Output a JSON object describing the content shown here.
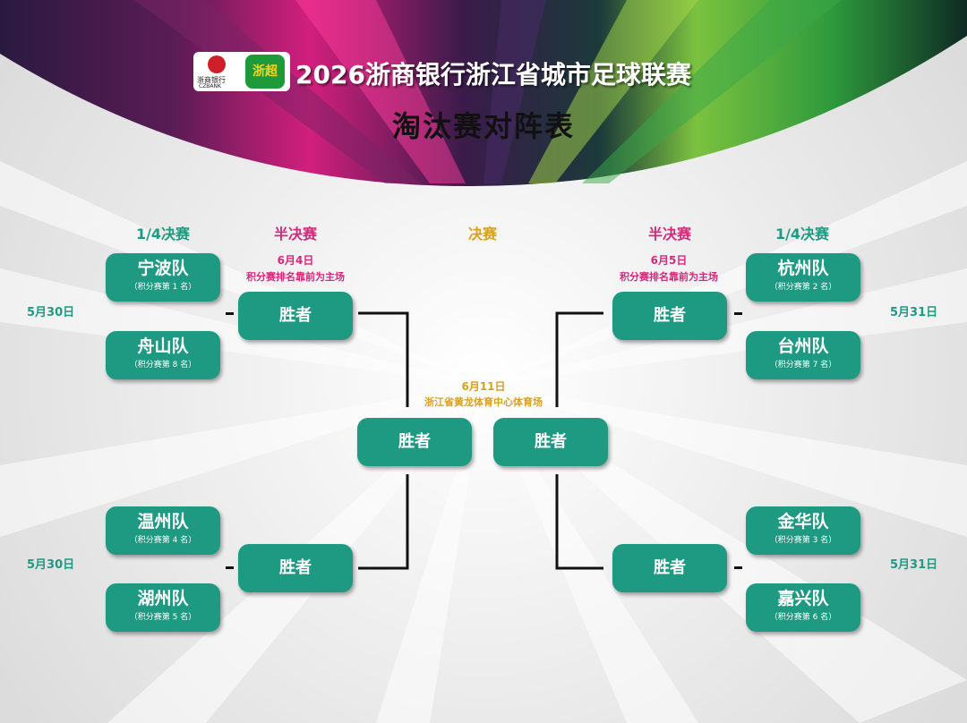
{
  "header": {
    "title": "2026浙商银行浙江省城市足球联赛",
    "subtitle": "淘汰赛对阵表",
    "bank_cn": "浙商银行",
    "bank_en": "CZBANK",
    "league_logo_text": "浙超"
  },
  "rounds": {
    "qf_left": "1/4决赛",
    "sf_left": "半决赛",
    "final": "决赛",
    "sf_right": "半决赛",
    "qf_right": "1/4决赛"
  },
  "semis": {
    "left_date": "6月4日",
    "left_note": "积分赛排名靠前为主场",
    "right_date": "6月5日",
    "right_note": "积分赛排名靠前为主场"
  },
  "final": {
    "date": "6月11日",
    "venue": "浙江省黄龙体育中心体育场"
  },
  "qf_dates": {
    "left_top": "5月30日",
    "left_bottom": "5月30日",
    "right_top": "5月31日",
    "right_bottom": "5月31日"
  },
  "teams": {
    "left_top_1": {
      "name": "宁波队",
      "rank": "（积分赛第 1 名）"
    },
    "left_top_2": {
      "name": "舟山队",
      "rank": "（积分赛第 8 名）"
    },
    "left_bottom_1": {
      "name": "温州队",
      "rank": "（积分赛第 4 名）"
    },
    "left_bottom_2": {
      "name": "湖州队",
      "rank": "（积分赛第 5 名）"
    },
    "right_top_1": {
      "name": "杭州队",
      "rank": "（积分赛第 2 名）"
    },
    "right_top_2": {
      "name": "台州队",
      "rank": "（积分赛第 7 名）"
    },
    "right_bottom_1": {
      "name": "金华队",
      "rank": "（积分赛第 3 名）"
    },
    "right_bottom_2": {
      "name": "嘉兴队",
      "rank": "（积分赛第 6 名）"
    }
  },
  "winner_label": "胜者",
  "colors": {
    "team_box": "#1f9a82",
    "round_green": "#1f9a82",
    "round_pink": "#d6287a",
    "round_gold": "#d8a01e",
    "banner_pink": "#c81e78",
    "banner_green": "#3fb24a",
    "banner_navy": "#1c1438"
  }
}
